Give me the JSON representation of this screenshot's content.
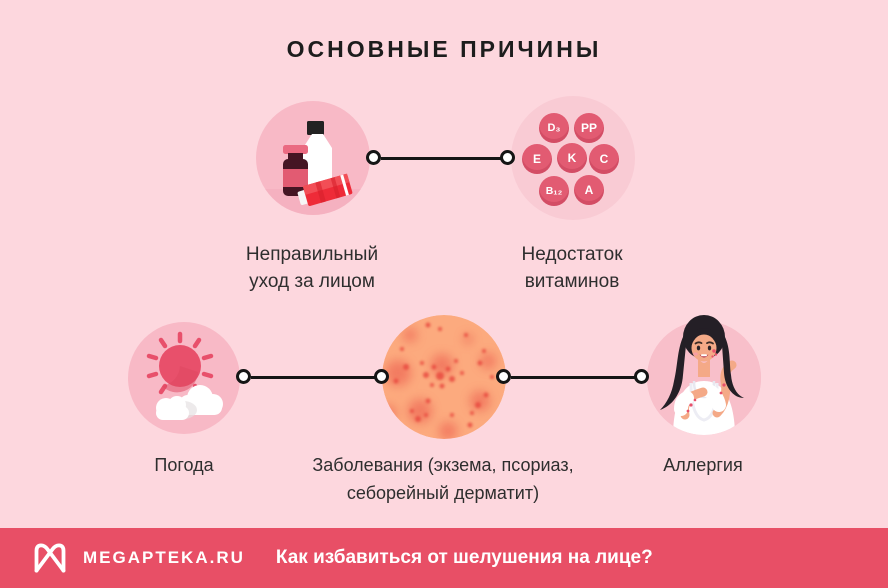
{
  "title": "ОСНОВНЫЕ ПРИЧИНЫ",
  "causes": {
    "skincare": {
      "icon": "cosmetics-bottles-icon",
      "label_line1": "Неправильный",
      "label_line2": "уход за лицом"
    },
    "vitamins": {
      "icon": "vitamin-bubbles-icon",
      "label_line1": "Недостаток",
      "label_line2": "витаминов",
      "bubbles": [
        "D₃",
        "PP",
        "E",
        "K",
        "C",
        "B₁₂",
        "A"
      ]
    },
    "weather": {
      "icon": "sun-cloud-icon",
      "label": "Погода"
    },
    "diseases": {
      "icon": "skin-rash-icon",
      "label_line1": "Заболевания (экзема, псориаз,",
      "label_line2": "себорейный дерматит)"
    },
    "allergy": {
      "icon": "woman-scratching-icon",
      "label": "Аллергия"
    }
  },
  "footer": {
    "logo": "megapteka-m-icon",
    "brand": "MEGAPTEKA.RU",
    "question": "Как избавиться от шелушения на лице?"
  },
  "colors": {
    "background": "#FDD7DE",
    "circle_pink": "#F8B9C6",
    "circle_pink_light": "#F9CBD4",
    "vitamin_bubble": "#E25B72",
    "accent_red": "#E84F66",
    "tube_red": "#EE2B38",
    "skin_patch_base": "#FCAA7E",
    "connector_ink": "#151515",
    "text_ink": "#2E2E2E",
    "footer_bg": "#E84F66",
    "footer_text": "#FFFFFF"
  }
}
